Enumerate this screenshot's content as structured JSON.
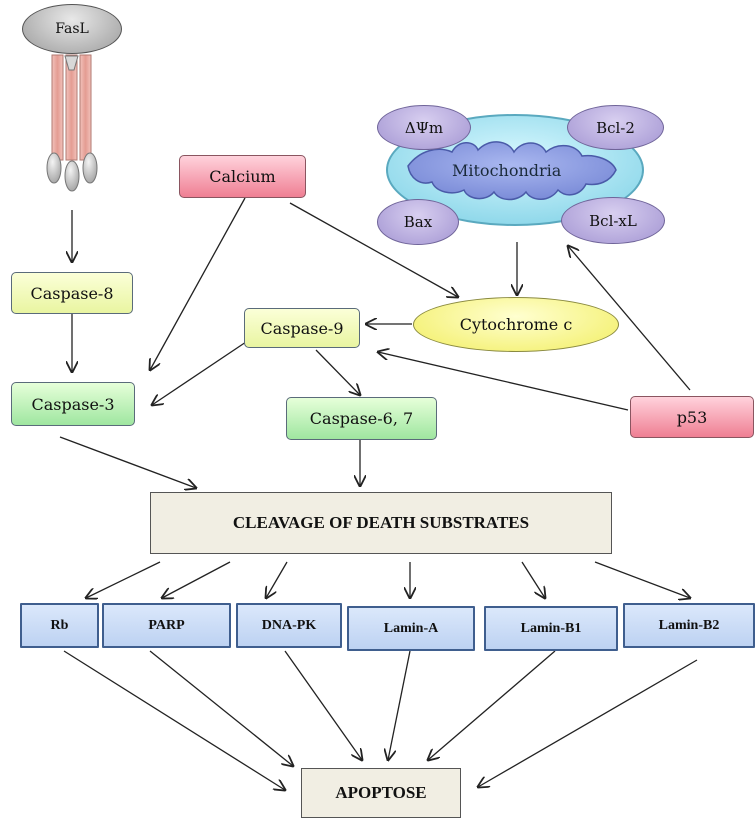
{
  "nodes": {
    "fasl": "FasL",
    "calcium": "Calcium",
    "mitochondria": "Mitochondria",
    "delta_psi_m": "ΔΨm",
    "bcl2": "Bcl-2",
    "bax": "Bax",
    "bcl_xl": "Bcl-xL",
    "caspase8": "Caspase-8",
    "caspase9": "Caspase-9",
    "cytochrome_c": "Cytochrome c",
    "caspase3": "Caspase-3",
    "caspase67": "Caspase-6, 7",
    "p53": "p53",
    "cleavage": "CLEAVAGE OF DEATH SUBSTRATES",
    "substrates": [
      "Rb",
      "PARP",
      "DNA-PK",
      "Lamin-A",
      "Lamin-B1",
      "Lamin-B2"
    ],
    "apoptose": "APOPTOSE"
  },
  "colors": {
    "yellow_box": "#eef7b0",
    "green_box": "#a8e8a8",
    "pink_box": "#f08aa0",
    "blue_box": "#c6d8f4",
    "cream_box": "#f1eee3",
    "mitochondria": "#a8e6f0",
    "mito_inner": "#8a9be0",
    "purple_ellipse": "#a99bd6",
    "cytochrome": "#f4f06a",
    "receptor": "#e8a8a0",
    "arrow": "#222222"
  },
  "icons": {
    "receptor": "fas-receptor-icon",
    "mitochondrion": "mitochondrion-icon"
  }
}
